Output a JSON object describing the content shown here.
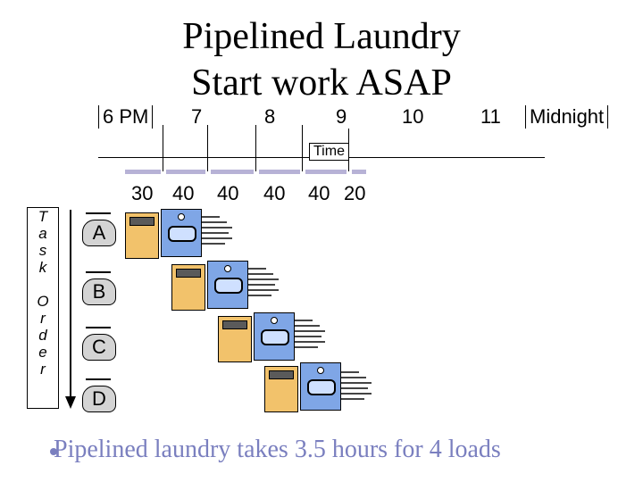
{
  "title_line1": "Pipelined Laundry",
  "title_line2": "Start work ASAP",
  "hours": [
    "6 PM",
    "7",
    "8",
    "9",
    "10",
    "11",
    "Midnight"
  ],
  "time_label": "Time",
  "durations": [
    "30",
    "40",
    "40",
    "40",
    "40",
    "20"
  ],
  "task_order_label": [
    "T",
    "a",
    "s",
    "k",
    "",
    "O",
    "r",
    "d",
    "e",
    "r"
  ],
  "loads": [
    "A",
    "B",
    "C",
    "D"
  ],
  "stages": [
    "washer-icon",
    "dryer-icon",
    "folding-icon"
  ],
  "colors": {
    "washer": "#f2c26b",
    "dryer": "#7fa6e6",
    "bag": "#d4d4d4",
    "caption": "#7a7fbf",
    "segment": "#b7b2d6"
  },
  "caption": "Pipelined laundry takes 3.5 hours for 4 loads"
}
